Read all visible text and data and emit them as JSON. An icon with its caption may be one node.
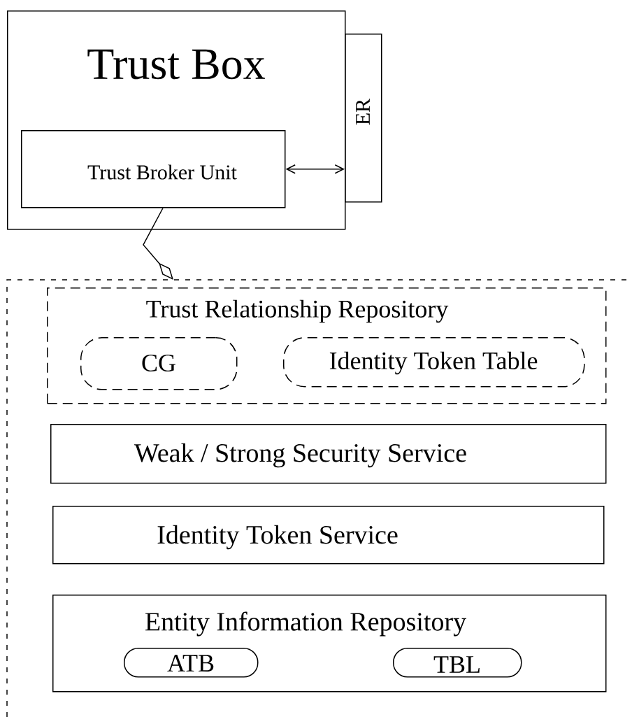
{
  "diagram": {
    "nodes": [
      {
        "text": [
          "Trust Box"
        ]
      },
      {
        "text": [
          "Trust Broker Unit"
        ],
        "in": 0
      },
      {
        "text": [
          "ER"
        ]
      },
      {
        "text": [],
        "shape": "box"
      },
      {
        "text": [
          "Trust Relationship Repository"
        ],
        "in": 3
      },
      {
        "text": [
          "CG"
        ],
        "in": 4
      },
      {
        "text": [
          "Identity Token Table"
        ],
        "in": 4
      },
      {
        "text": [
          "Weak / Strong Security Service"
        ],
        "in": 3
      },
      {
        "text": [
          "Identity Token Service"
        ],
        "in": 3
      },
      {
        "text": [
          "Entity Information Repository"
        ],
        "in": 3
      },
      {
        "text": [
          "ATB"
        ],
        "in": 9
      },
      {
        "text": [
          "TBL"
        ],
        "in": 9
      }
    ],
    "edges": [
      {
        "from": 1,
        "to": 2,
        "arrow": "both"
      },
      {
        "from": 1,
        "to": 3,
        "arrow": "other"
      }
    ]
  }
}
